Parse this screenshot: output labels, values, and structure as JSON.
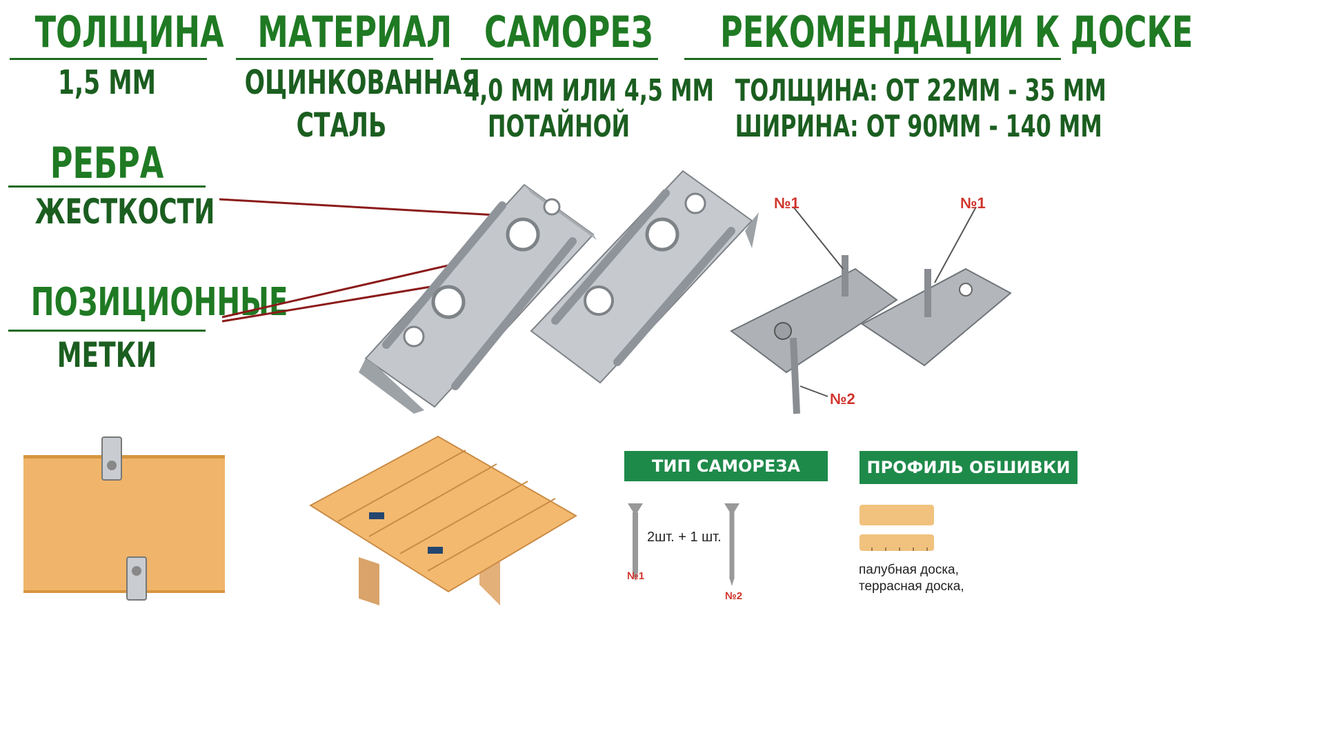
{
  "headers": {
    "thickness": "ТОЛЩИНА",
    "material": "МАТЕРИАЛ",
    "screw": "САМОРЕЗ",
    "recommendations": "РЕКОМЕНДАЦИИ К ДОСКЕ",
    "ribs": "РЕБРА",
    "positional": "ПОЗИЦИОННЫЕ"
  },
  "values": {
    "thickness": "1,5 ММ",
    "material_line1": "ОЦИНКОВАННАЯ",
    "material_line2": "СТАЛЬ",
    "screw_line1": "4,0 ММ ИЛИ 4,5 ММ",
    "screw_line2": "ПОТАЙНОЙ",
    "rec_line1": "ТОЛЩИНА: ОТ 22ММ - 35 ММ",
    "rec_line2": "ШИРИНА: ОТ 90ММ - 140 ММ",
    "ribs_sub": "ЖЕСТКОСТИ",
    "positional_sub": "МЕТКИ"
  },
  "callouts": {
    "n1_left": "№1",
    "n1_right": "№1",
    "n2": "№2"
  },
  "panels": {
    "screw_type": "ТИП САМОРЕЗА",
    "profile": "ПРОФИЛЬ ОБШИВКИ"
  },
  "screw_diagram": {
    "qty": "2шт. + 1 шт.",
    "label1": "№1",
    "label2": "№2"
  },
  "profile_notes": {
    "line1": "палубная доска,",
    "line2": "террасная доска,"
  },
  "colors": {
    "green_text": "#1f7a23",
    "green_banner": "#1e8a4a",
    "callout_red": "#d0342c",
    "wood": "#f0b56a",
    "metal": "#b9bcc0"
  }
}
